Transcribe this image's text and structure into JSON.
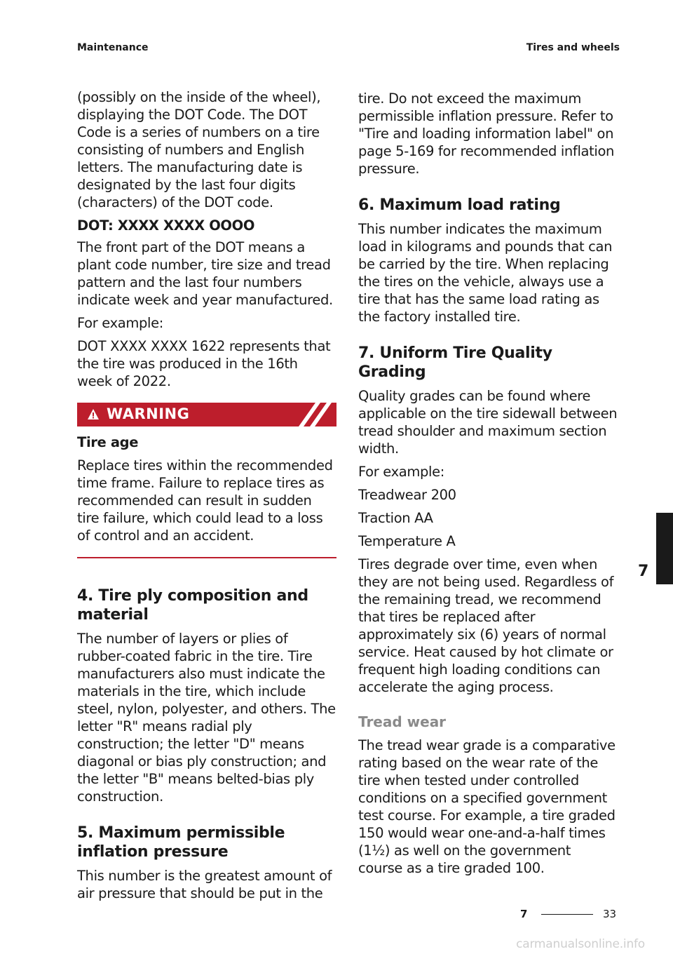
{
  "header": {
    "left": "Maintenance",
    "right": "Tires and wheels"
  },
  "left": {
    "p1": "(possibly on the inside of the wheel), displaying the DOT Code. The DOT Code is a series of numbers on a tire consisting of numbers and English letters. The manufacturing date is designated by the last four digits (characters) of the DOT code.",
    "dot_code": "DOT: XXXX XXXX OOOO",
    "p2": "The front part of the DOT means a plant code number, tire size and tread pattern and the last four numbers indicate week and year manufactured.",
    "p3": "For example:",
    "p4": "DOT XXXX XXXX 1622 represents that the tire was produced in the 16th week of 2022.",
    "warning": {
      "label": "WARNING",
      "title": "Tire age",
      "text": "Replace tires within the recommended time frame. Failure to replace tires as recommended can result in sudden tire failure, which could lead to a loss of control and an accident."
    },
    "h4": "4. Tire ply composition and material",
    "p5": "The number of layers or plies of rubber-coated fabric in the tire. Tire manufacturers also must indicate the materials in the tire, which include steel, nylon, polyester, and others. The letter \"R\" means radial ply construction; the letter \"D\" means diagonal or bias ply construction; and the letter \"B\" means belted-bias ply construction.",
    "h5": "5. Maximum permissible inflation pressure",
    "p6": "This number is the greatest amount of air pressure that should be put in the"
  },
  "right": {
    "p1": "tire. Do not exceed the maximum permissible inflation pressure. Refer to \"Tire and loading information label\" on page 5-169 for recommended inflation pressure.",
    "h6": "6. Maximum load rating",
    "p2": "This number indicates the maximum load in kilograms and pounds that can be carried by the tire. When replacing the tires on the vehicle, always use a tire that has the same load rating as the factory installed tire.",
    "h7": "7. Uniform Tire Quality Grading",
    "p3": "Quality grades can be found where applicable on the tire sidewall between tread shoulder and maximum section width.",
    "p4": "For example:",
    "p5": "Treadwear 200",
    "p6": "Traction AA",
    "p7": "Temperature A",
    "p8": "Tires degrade over time, even when they are not being used. Regardless of the remaining tread, we recommend that tires be replaced after approximately six (6) years of normal service. Heat caused by hot climate or frequent high loading conditions can accelerate the aging process.",
    "h_tread": "Tread wear",
    "p9": "The tread wear grade is a comparative rating based on the wear rate of the tire when tested under controlled conditions on a specified government test course. For example, a tire graded 150 would wear one-and-a-half times (1½) as well on the government course as a tire graded 100."
  },
  "side_tab": {
    "chapter": "7"
  },
  "footer": {
    "chapter": "7",
    "page": "33"
  },
  "watermark": "carmanualsonline.info",
  "colors": {
    "warning_red": "#bd1e2c",
    "text": "#1a1a1a"
  },
  "icons": [
    "warning-triangle-icon"
  ]
}
